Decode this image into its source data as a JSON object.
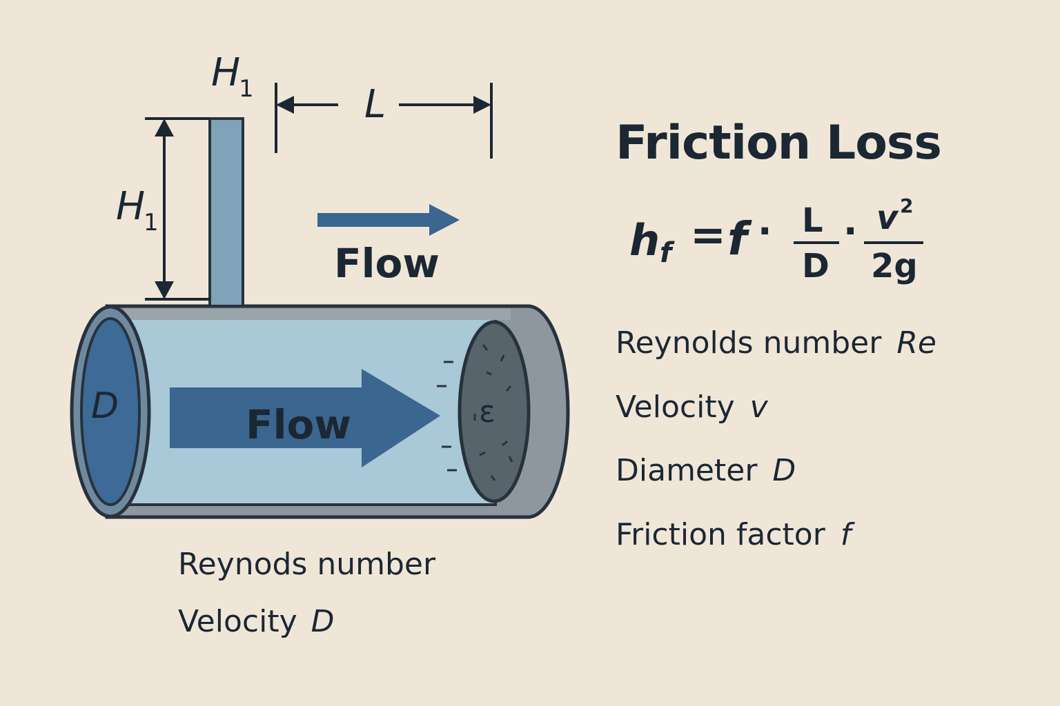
{
  "title": "Friction Loss",
  "formula": {
    "lhs": "h",
    "lhs_subscript": "f",
    "equals": "=",
    "factor": "f",
    "dot": "·",
    "frac1_num": "L",
    "frac1_den": "D",
    "frac2_num": "v",
    "frac2_num_exp": "2",
    "frac2_den": "2g"
  },
  "legend": [
    {
      "label": "Reynolds number",
      "symbol": "Re"
    },
    {
      "label": "Velocity",
      "symbol": "v"
    },
    {
      "label": "Diameter",
      "symbol": "D"
    },
    {
      "label": "Friction factor",
      "symbol": "f"
    }
  ],
  "diagram": {
    "head_label_top": "H",
    "head_label_top_sub": "1",
    "head_label_side": "H",
    "head_label_side_sub": "1",
    "length_label": "L",
    "flow_label_outside": "Flow",
    "flow_label_inside": "Flow",
    "diameter_label": "D",
    "roughness_label": "ε",
    "colors": {
      "background": "#f0e6d8",
      "pipe_shell": "#8e979e",
      "pipe_inner": "#a9c8d8",
      "arrow": "#3a6690",
      "pipe_end": "#3d6a96",
      "rough_end": "#58646c",
      "ink": "#1b2733"
    }
  },
  "below_labels": {
    "line1": "Reynods number",
    "line2_label": "Velocity",
    "line2_symbol": "D"
  }
}
